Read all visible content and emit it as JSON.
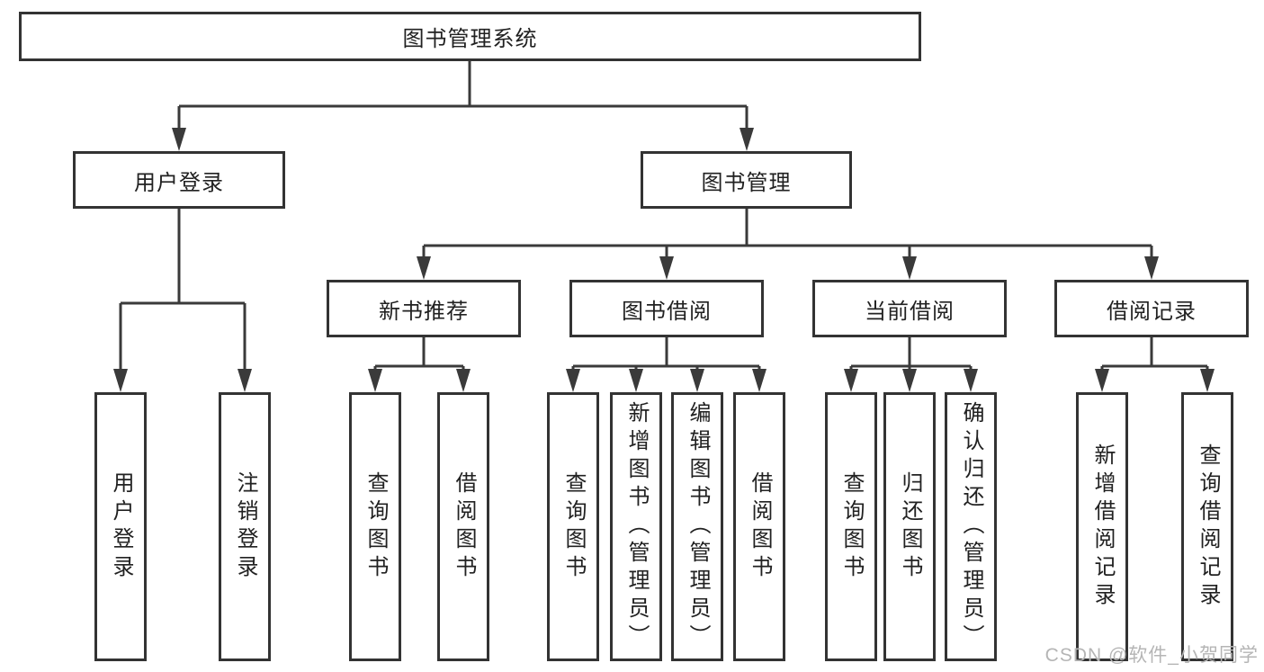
{
  "watermark": "CSDN @软件_小贺同学",
  "colors": {
    "line": "#3a3a3a",
    "box_border": "#333333",
    "box_fill": "#ffffff",
    "text": "#212121",
    "watermark": "#b5b5b5"
  },
  "tree": {
    "root": {
      "label": "图书管理系统"
    },
    "branches": [
      {
        "label": "用户登录",
        "children": [
          {
            "label": "用户登录"
          },
          {
            "label": "注销登录"
          }
        ]
      },
      {
        "label": "图书管理",
        "children": [
          {
            "label": "新书推荐",
            "children": [
              {
                "label": "查询图书"
              },
              {
                "label": "借阅图书"
              }
            ]
          },
          {
            "label": "图书借阅",
            "children": [
              {
                "label": "查询图书"
              },
              {
                "label": "新增图书（管理员）"
              },
              {
                "label": "编辑图书（管理员）"
              },
              {
                "label": "借阅图书"
              }
            ]
          },
          {
            "label": "当前借阅",
            "children": [
              {
                "label": "查询图书"
              },
              {
                "label": "归还图书"
              },
              {
                "label": "确认归还（管理员）"
              }
            ]
          },
          {
            "label": "借阅记录",
            "children": [
              {
                "label": "新增借阅记录"
              },
              {
                "label": "查询借阅记录"
              }
            ]
          }
        ]
      }
    ]
  }
}
